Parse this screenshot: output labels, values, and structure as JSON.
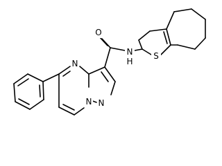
{
  "molecule": {
    "atoms": {
      "n_pyrimidine": "N",
      "n_bridge": "N",
      "n_pyrazole": "N",
      "n_amide": "N",
      "h_amide": "H",
      "o_carbonyl": "O",
      "s_thiophene": "S"
    }
  },
  "colors": {
    "bond": "#000000",
    "label": "#000000",
    "background": "#ffffff"
  }
}
